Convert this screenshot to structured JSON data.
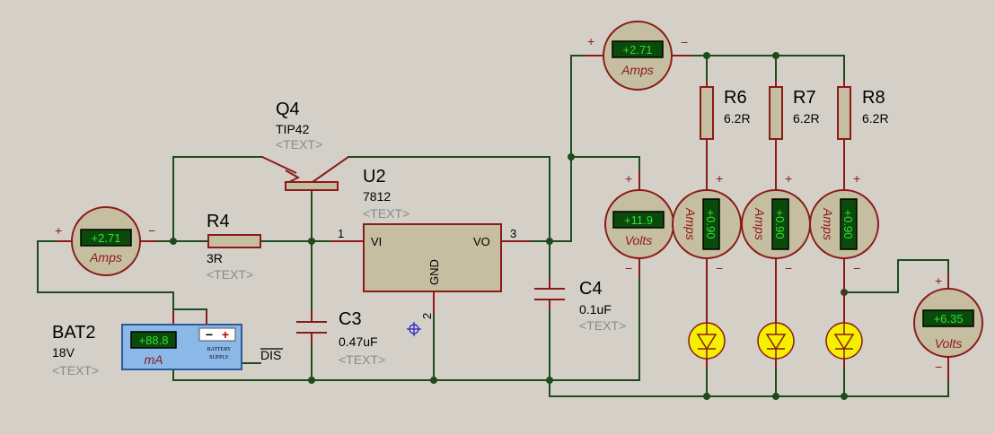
{
  "components": {
    "q4": {
      "ref": "Q4",
      "value": "TIP42",
      "text": "<TEXT>"
    },
    "u2": {
      "ref": "U2",
      "value": "7812",
      "text": "<TEXT>",
      "pin_vi": "VI",
      "pin_vo": "VO",
      "pin_gnd": "GND",
      "pin1": "1",
      "pin2": "2",
      "pin3": "3"
    },
    "r4": {
      "ref": "R4",
      "value": "3R",
      "text": "<TEXT>"
    },
    "c3": {
      "ref": "C3",
      "value": "0.47uF",
      "text": "<TEXT>"
    },
    "c4": {
      "ref": "C4",
      "value": "0.1uF",
      "text": "<TEXT>"
    },
    "bat2": {
      "ref": "BAT2",
      "value": "18V",
      "text": "<TEXT>",
      "reading": "+88.8",
      "unit": "mA",
      "label_line1": "BATTERY",
      "label_line2": "SUPPLY",
      "dis": "DIS"
    },
    "r6": {
      "ref": "R6",
      "value": "6.2R"
    },
    "r7": {
      "ref": "R7",
      "value": "6.2R"
    },
    "r8": {
      "ref": "R8",
      "value": "6.2R"
    }
  },
  "meters": {
    "amp_in": {
      "reading": "+2.71",
      "unit": "Amps",
      "plus": "+",
      "minus": "−"
    },
    "amp_top": {
      "reading": "+2.71",
      "unit": "Amps",
      "plus": "+",
      "minus": "−"
    },
    "volt_out": {
      "reading": "+11.9",
      "unit": "Volts",
      "plus": "+",
      "minus": "−"
    },
    "amp_r6": {
      "reading": "+0.90",
      "unit": "Amps",
      "plus": "+",
      "minus": "−"
    },
    "amp_r7": {
      "reading": "+0.90",
      "unit": "Amps",
      "plus": "+",
      "minus": "−"
    },
    "amp_r8": {
      "reading": "+0.90",
      "unit": "Amps",
      "plus": "+",
      "minus": "−"
    },
    "volt_led": {
      "reading": "+6.35",
      "unit": "Volts",
      "plus": "+",
      "minus": "−"
    }
  },
  "colors": {
    "background": "#d4d0c8",
    "wire": "#1e4a1e",
    "component_outline": "#8b1a1a",
    "component_fill": "#c6bea0",
    "led": "#f4f000",
    "meter_display": "#0a4a0a",
    "meter_text": "#38e038",
    "battery_fill": "#8cb8e8"
  },
  "icons": {
    "leds": [
      "led-icon",
      "led-icon",
      "led-icon"
    ],
    "origin_marker": "crosshair-icon"
  }
}
